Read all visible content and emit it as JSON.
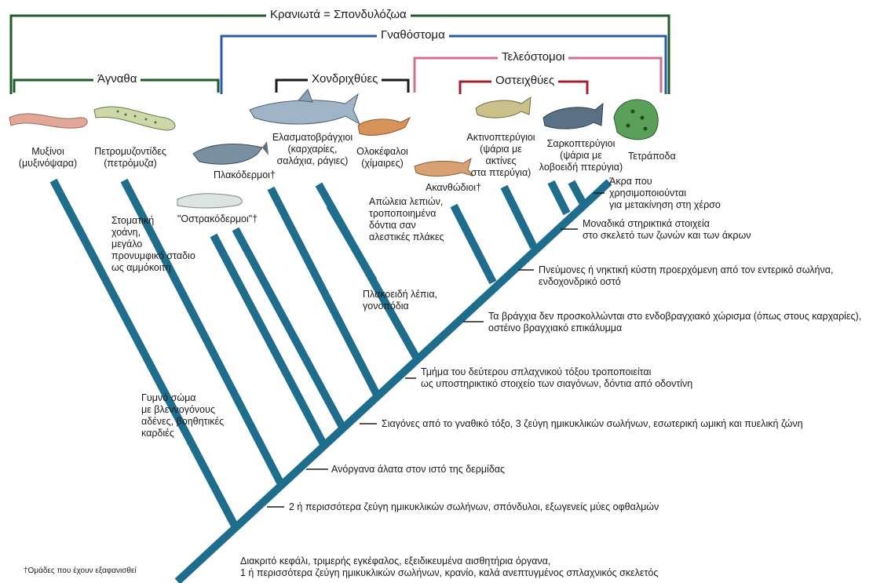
{
  "brackets": {
    "craniata": "Κρανιωτά = Σπονδυλόζωα",
    "gnathostomata": "Γναθόστομα",
    "agnatha": "Άγναθα",
    "chondrichthyes": "Χονδριχθύες",
    "teleostomi": "Τελεόστομοι",
    "osteichthyes": "Οστειχθύες"
  },
  "colors": {
    "craniata": "#1e5a2a",
    "gnathostomata": "#2a5aa8",
    "agnatha": "#1e5a2a",
    "chondrichthyes": "#1a1a1a",
    "teleostomi": "#d07090",
    "osteichthyes": "#a02030",
    "tree": "#1f6d8c"
  },
  "taxa": {
    "hagfish": "Μυξίνοι\n(μυξινόψαρα)",
    "lampreys": "Πετρομυζοντίδες\n(πετρόμυζα)",
    "ostracoderms": "\"Οστρακόδερμοι\"†",
    "placoderms": "Πλακόδερμοι†",
    "elasmobranchs": "Ελασματοβράγχιοι\n(καρχαρίες,\nσαλάχια, ράγιες)",
    "holocephali": "Ολοκέφαλοι\n(χίμαιρες)",
    "acanthodians": "Ακανθώδιοι†",
    "actinopterygii": "Ακτινοπτερύγιοι\n(ψάρια με\nακτίνες\nστα πτερύγια)",
    "sarcopterygii": "Σαρκοπτερύγιοι\n(ψάρια με\nλοβοειδή πτερύγια)",
    "tetrapods": "Τετράποδα"
  },
  "characters": {
    "c1": "Διακριτό κεφάλι, τριμερής εγκέφαλος, εξειδικευμένα αισθητήρια όργανα,\n1 ή περισσότερα ζεύγη ημικυκλικών σωλήνων, κρανίο, καλά ανεπτυγμένος σπλαχνικός σκελετός",
    "c2": "2 ή περισσότερα ζεύγη ημικυκλικών σωλήνων, σπόνδυλοι, εξωγενείς μύες οφθαλμών",
    "c3": "Ανόργανα άλατα στον ιστό της δερμίδας",
    "c4": "Σιαγόνες από το γναθικό τόξο, 3 ζεύγη ημικυκλικών σωλήνων, εσωτερική ωμική και πυελική ζώνη",
    "c5": "Τμήμα του δεύτερου σπλαχνικού τόξου τροποποιείται\nως υποστηρικτικό στοιχείο των σιαγόνων, δόντια από οδοντίνη",
    "c6": "Τα βράγχια δεν προσκολλώνται στο ενδοβραγχιακό χώρισμα (όπως στους καρχαρίες),\nοστέινο βραγχιακό επικάλυμμα",
    "c7": "Πνεύμονες ή νηκτική κύστη προερχόμενη από τον εντερικό σωλήνα,\nενδοχονδρικό οστό",
    "c8": "Μοναδικά στηρικτικά στοιχεία\nστο σκελετό των ζωνών και των άκρων",
    "c9": "Άκρα που\nχρησιμοποιούνται\nγια μετακίνηση στη χέρσο",
    "hagfish_note": "Γυμνό σώμα\nμε βλεννογόνους\nαδένες, βοηθητικές\nκαρδιές",
    "lamprey_note": "Στοματική\nχοάνη,\nμεγάλο\nπρονυμφικό σταδιο\nως αμμόκοιτη",
    "holocephali_note": "Απώλεια λεπιών,\nτροποποιημένα\nδόντια σαν\nαλεστικές πλάκες",
    "elasmo_note": "Πλακοειδή λέπια,\nγονοπόδια"
  },
  "footnote": "†Ομάδες που έχουν εξαφανισθεί"
}
